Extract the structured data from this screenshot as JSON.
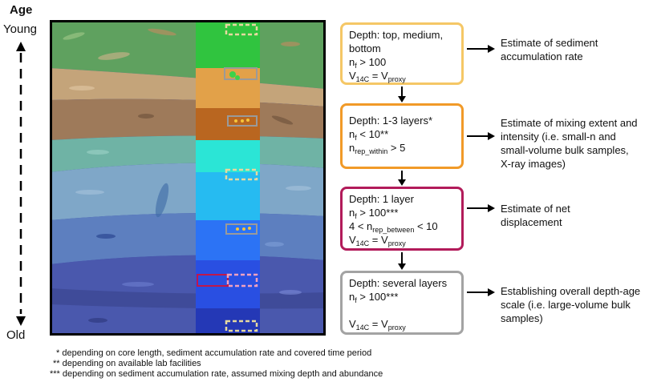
{
  "axis": {
    "title": "Age",
    "top": "Young",
    "bottom": "Old"
  },
  "boxes": [
    {
      "color": "#f5c766",
      "line1": "Depth: top, medium,",
      "line2": "bottom",
      "n_f_base": "n",
      "n_f_sub": "f",
      "n_f_rel": " > 100",
      "v_base": "V",
      "v_sub": "14C",
      "v_eq": " = V",
      "v_sub2": "proxy",
      "output": "Estimate of sediment accumulation rate"
    },
    {
      "color": "#f19a28",
      "line1": "Depth: 1-3 layers*",
      "n_f_base": "n",
      "n_f_sub": "f",
      "n_f_rel": " < 10**",
      "rep_base": "n",
      "rep_sub": "rep_within",
      "rep_rel": " > 5",
      "output": "Estimate of mixing extent and intensity (i.e. small-n and small-volume bulk samples, X-ray images)"
    },
    {
      "color": "#b21b5a",
      "line1": "Depth: 1 layer",
      "n_f_base": "n",
      "n_f_sub": "f",
      "n_f_rel": " > 100***",
      "rep_pre": "4 < n",
      "rep_sub": "rep_between",
      "rep_rel": " < 10",
      "v_base": "V",
      "v_sub": "14C",
      "v_eq": " = V",
      "v_sub2": "proxy",
      "output": "Estimate of net displacement"
    },
    {
      "color": "#a3a3a3",
      "line1": "Depth: several layers",
      "n_f_base": "n",
      "n_f_sub": "f",
      "n_f_rel": " > 100***",
      "v_base": "V",
      "v_sub": "14C",
      "v_eq": " = V",
      "v_sub2": "proxy",
      "output": "Establishing overall depth-age scale (i.e. large-volume bulk samples)"
    }
  ],
  "footnotes": [
    "* depending on core length, sediment accumulation rate and covered time period",
    "** depending on available lab facilities",
    "*** depending on sediment accumulation rate, assumed mixing depth and abundance"
  ],
  "colors": {
    "core_border": "#000000",
    "box_border_first": "#f5c766",
    "sample_box_outline": "#c9c7a8",
    "sample_red": "#c0184a"
  }
}
